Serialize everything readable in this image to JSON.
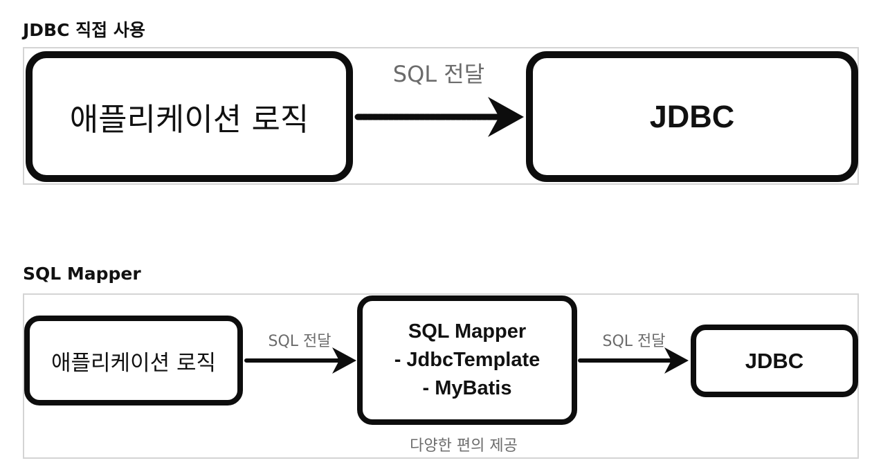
{
  "sections": [
    {
      "title": "JDBC 직접 사용",
      "app_box": "애플리케이션 로직",
      "arrow_label": "SQL 전달",
      "jdbc_box": "JDBC"
    },
    {
      "title": "SQL Mapper",
      "app_box": "애플리케이션 로직",
      "arrow1_label": "SQL 전달",
      "mapper_box": {
        "title": "SQL Mapper",
        "line1": "- JdbcTemplate",
        "line2": "- MyBatis"
      },
      "arrow2_label": "SQL 전달",
      "jdbc_box": "JDBC",
      "caption": "다양한 편의 제공"
    }
  ],
  "colors": {
    "box_border": "#0d0d0d",
    "frame_border": "#d4d4d4",
    "label_text": "#6b6b6b"
  }
}
